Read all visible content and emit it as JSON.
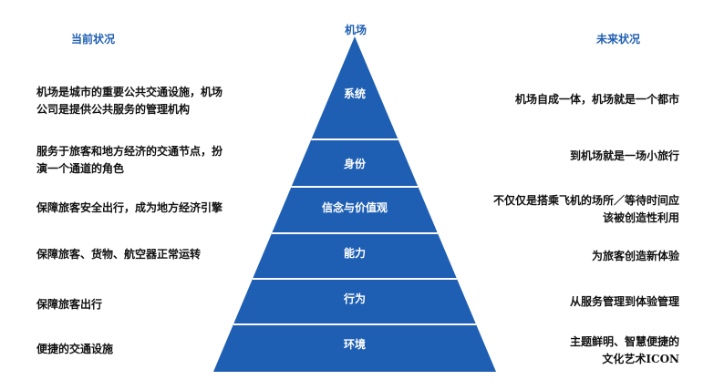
{
  "headers": {
    "left": "当前状况",
    "top": "机场",
    "right": "未来状况"
  },
  "levels": [
    "系统",
    "身份",
    "信念与价值观",
    "能力",
    "行为",
    "环境"
  ],
  "current": [
    "机场是城市的重要公共交通设施，机场\n公司是提供公共服务的管理机构",
    "服务于旅客和地方经济的交通节点，扮\n演一个通道的角色",
    "保障旅客安全出行，成为地方经济引擎",
    "保障旅客、货物、航空器正常运转",
    "保障旅客出行",
    "便捷的交通设施"
  ],
  "future": [
    "机场自成一体，机场就是一个都市",
    "到机场就是一场小旅行",
    "不仅仅是搭乘飞机的场所／等待时间应\n该被创造性利用",
    "为旅客创造新体验",
    "从服务管理到体验管理",
    "主题鲜明、智慧便捷的\n文化艺术ICON"
  ],
  "colors": {
    "pyramid": "#1f5fb3",
    "header": "#1f5fb3"
  }
}
